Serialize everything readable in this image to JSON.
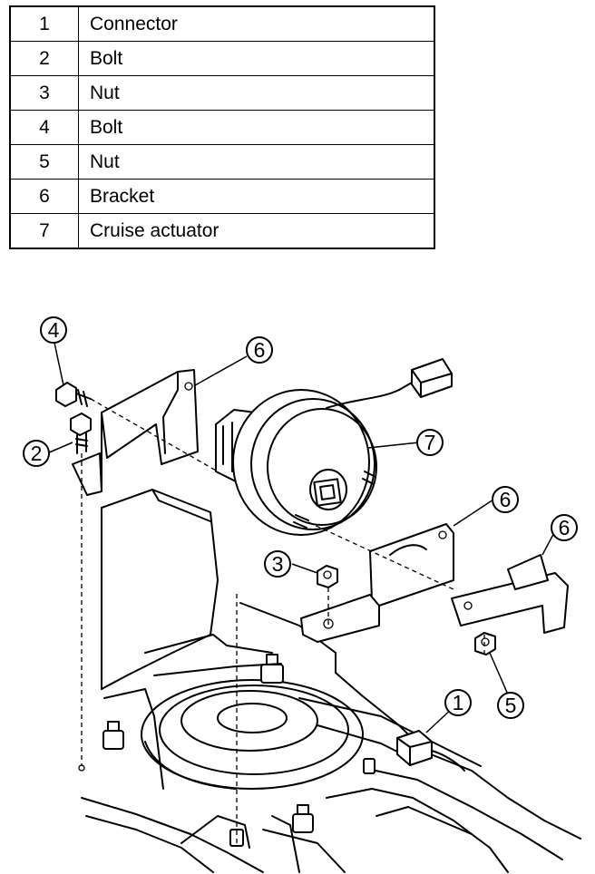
{
  "parts": [
    {
      "number": "1",
      "name": "Connector"
    },
    {
      "number": "2",
      "name": "Bolt"
    },
    {
      "number": "3",
      "name": "Nut"
    },
    {
      "number": "4",
      "name": "Bolt"
    },
    {
      "number": "5",
      "name": "Nut"
    },
    {
      "number": "6",
      "name": "Bracket"
    },
    {
      "number": "7",
      "name": "Cruise actuator"
    }
  ],
  "callouts": {
    "bolt_4": "4",
    "bolt_2": "2",
    "bracket_left": "6",
    "actuator": "7",
    "nut_3": "3",
    "bracket_middle": "6",
    "bracket_right": "6",
    "nut_5": "5",
    "connector": "1"
  }
}
